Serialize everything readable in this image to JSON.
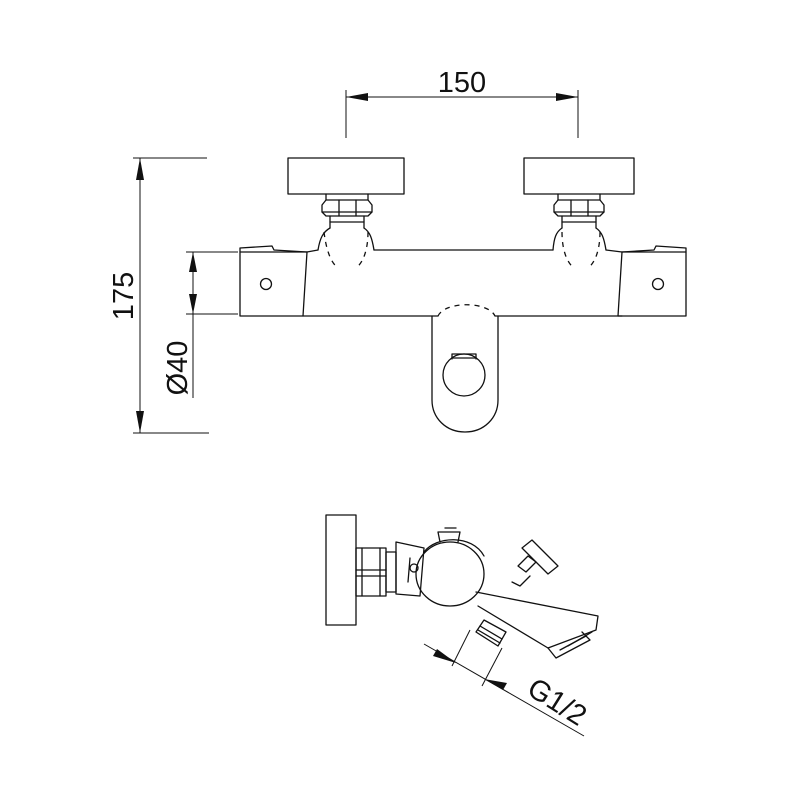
{
  "dimensions": {
    "width_center_distance": "150",
    "overall_height": "175",
    "body_diameter": "Ø40",
    "thread_size": "G1/2"
  }
}
